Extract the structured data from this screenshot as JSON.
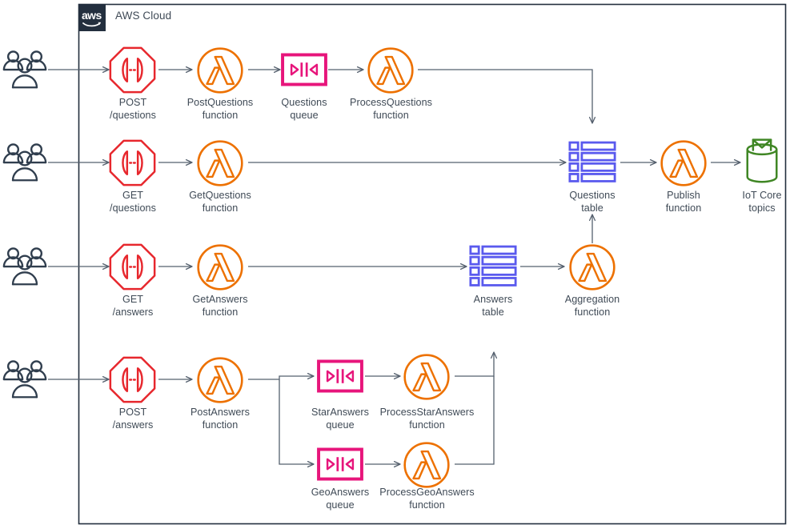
{
  "frame": {
    "title": "AWS Cloud",
    "logo_text": "aws",
    "logo_bg": "#232f3e",
    "border_color": "#232f3e"
  },
  "colors": {
    "api_gateway": "#e7272d",
    "lambda": "#ed7100",
    "sqs": "#e7157b",
    "dynamodb": "#5a5aee",
    "iot_core": "#3f8624",
    "actor": "#303e4e",
    "arrow": "#55606e",
    "text": "#3f4a56"
  },
  "nodes": [
    {
      "id": "users-1",
      "icon": "users-icon",
      "label": ""
    },
    {
      "id": "users-2",
      "icon": "users-icon",
      "label": ""
    },
    {
      "id": "users-3",
      "icon": "users-icon",
      "label": ""
    },
    {
      "id": "users-4",
      "icon": "users-icon",
      "label": ""
    },
    {
      "id": "api-post-questions",
      "icon": "api-gateway-icon",
      "label": "POST\n/questions"
    },
    {
      "id": "api-get-questions",
      "icon": "api-gateway-icon",
      "label": "GET\n/questions"
    },
    {
      "id": "api-get-answers",
      "icon": "api-gateway-icon",
      "label": "GET\n/answers"
    },
    {
      "id": "api-post-answers",
      "icon": "api-gateway-icon",
      "label": "POST\n/answers"
    },
    {
      "id": "lambda-post-questions",
      "icon": "lambda-icon",
      "label": "PostQuestions\nfunction"
    },
    {
      "id": "lambda-process-questions",
      "icon": "lambda-icon",
      "label": "ProcessQuestions\nfunction"
    },
    {
      "id": "lambda-get-questions",
      "icon": "lambda-icon",
      "label": "GetQuestions\nfunction"
    },
    {
      "id": "lambda-get-answers",
      "icon": "lambda-icon",
      "label": "GetAnswers\nfunction"
    },
    {
      "id": "lambda-post-answers",
      "icon": "lambda-icon",
      "label": "PostAnswers\nfunction"
    },
    {
      "id": "lambda-process-star",
      "icon": "lambda-icon",
      "label": "ProcessStarAnswers\nfunction"
    },
    {
      "id": "lambda-process-geo",
      "icon": "lambda-icon",
      "label": "ProcessGeoAnswers\nfunction"
    },
    {
      "id": "lambda-aggregation",
      "icon": "lambda-icon",
      "label": "Aggregation\nfunction"
    },
    {
      "id": "lambda-publish",
      "icon": "lambda-icon",
      "label": "Publish\nfunction"
    },
    {
      "id": "queue-questions",
      "icon": "sqs-queue-icon",
      "label": "Questions\nqueue"
    },
    {
      "id": "queue-star-answers",
      "icon": "sqs-queue-icon",
      "label": "StarAnswers\nqueue"
    },
    {
      "id": "queue-geo-answers",
      "icon": "sqs-queue-icon",
      "label": "GeoAnswers\nqueue"
    },
    {
      "id": "table-questions",
      "icon": "dynamodb-table-icon",
      "label": "Questions\ntable"
    },
    {
      "id": "table-answers",
      "icon": "dynamodb-table-icon",
      "label": "Answers\ntable"
    },
    {
      "id": "iot-core-topics",
      "icon": "iot-core-icon",
      "label": "IoT Core\ntopics"
    }
  ]
}
